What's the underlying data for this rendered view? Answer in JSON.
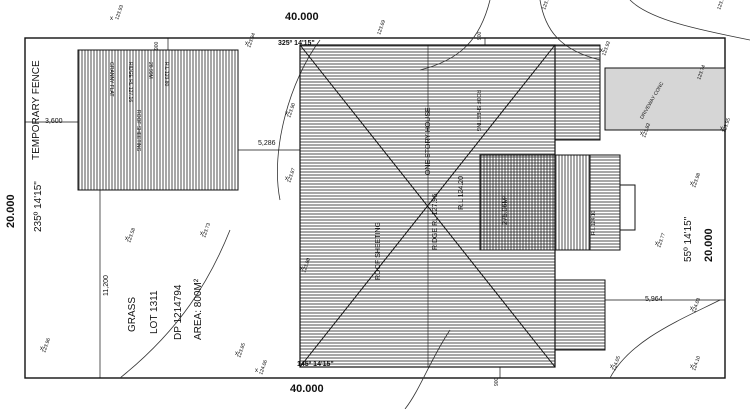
{
  "boundary": {
    "top_length": "40.000",
    "bottom_length": "40.000",
    "left_length": "20.000",
    "right_length": "20.000",
    "bearing_top": "325º 14'15\"",
    "bearing_bottom": "145º 14'15\"",
    "bearing_left": "235º 14'15\"",
    "bearing_right": "55º 14'15\""
  },
  "fence_label": "TEMPORARY FENCE",
  "lot": {
    "surface": "GRASS",
    "lot": "LOT 1311",
    "dp": "DP 1214794",
    "area": "AREA: 800M²"
  },
  "dimensions": {
    "shed_offset": "3,600",
    "house_offset": "5,286",
    "side_setback": "11,200",
    "rear_offset": "5,964",
    "setback_top": "900",
    "setback_top_right": "900",
    "setback_bottom": "900"
  },
  "shed": {
    "name": "GRANNY FLAT",
    "ridge": "RIDGE RL 127.16",
    "ridge_height": "28.99M",
    "sheeting": "ROOF SHEETING",
    "rl": "R.L 123.80"
  },
  "house": {
    "name": "ONE STORY HOUSE",
    "roof": "ROOF SHEETING",
    "ridge": "RIDGE RL 127.96",
    "floor_rl": "R.L 124.20",
    "area": "275.06M²",
    "porch_rl": "R.L 124.10",
    "porch_sheet": "ROOF SHEETING"
  },
  "driveway": "DRIVEWAY CONC",
  "spot_levels": [
    "123.93",
    "123.94",
    "123.92",
    "123.90",
    "123.87",
    "123.73",
    "123.85",
    "123.80",
    "123.82",
    "123.98",
    "123.77",
    "124.03",
    "124.05",
    "124.10",
    "124.06",
    "123.96",
    "123.58",
    "123.95",
    "123.99",
    "123.56",
    "123.69",
    "123.74"
  ]
}
